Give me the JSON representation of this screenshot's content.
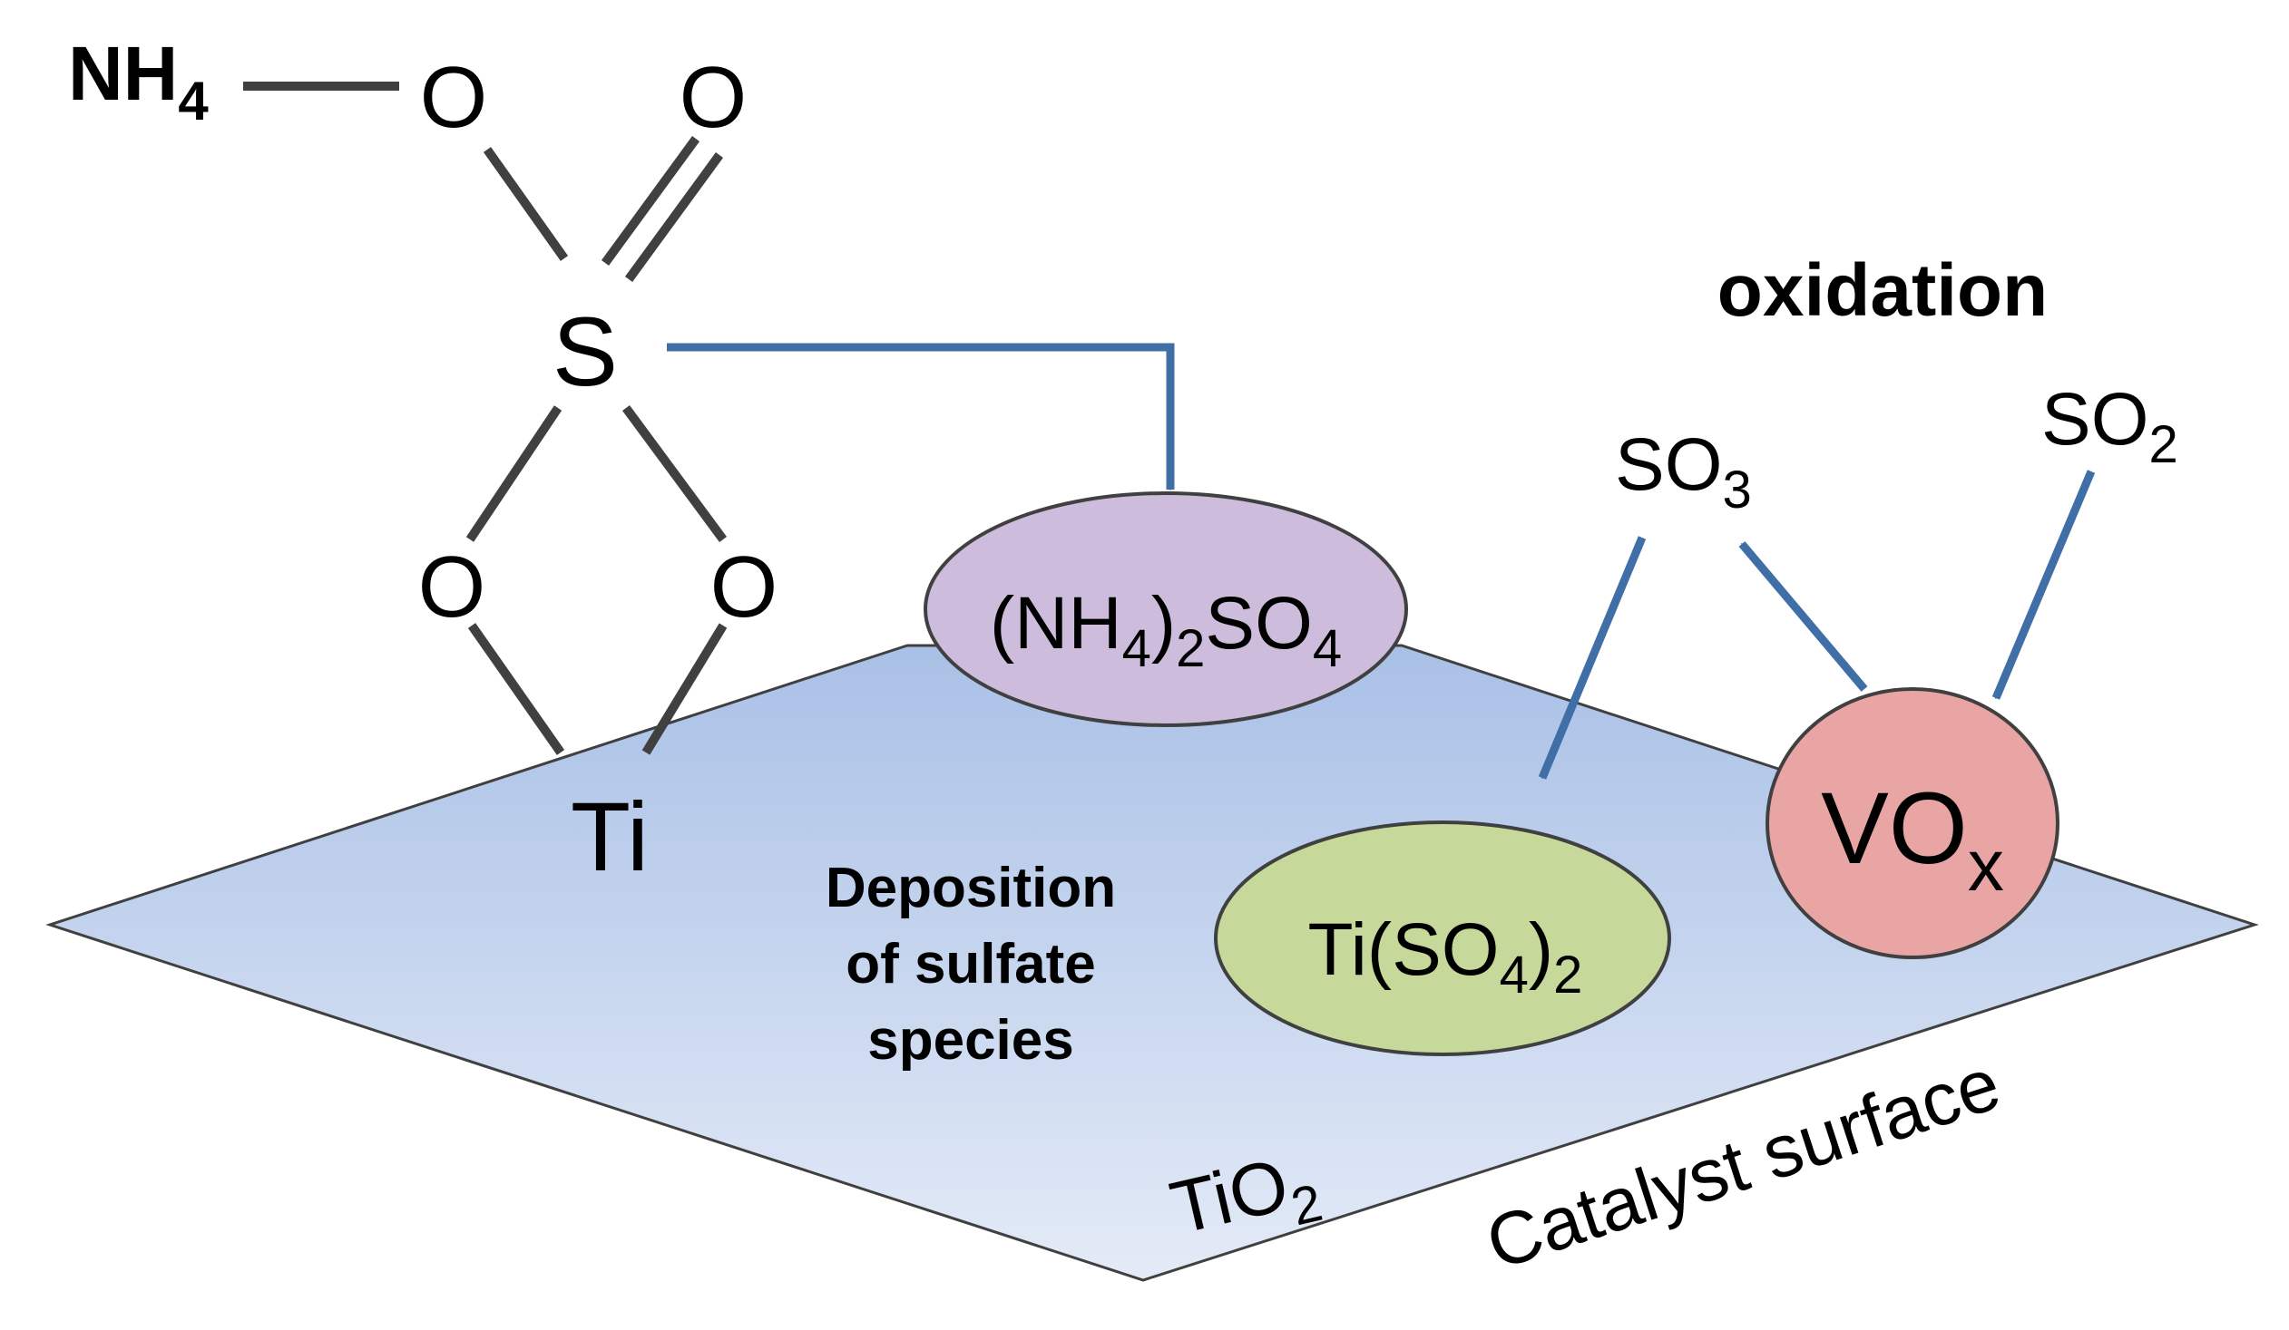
{
  "molecule": {
    "nh4": {
      "main": "NH",
      "sub": "4"
    },
    "o_top_left": "O",
    "o_top_right": "O",
    "sulfur": "S",
    "o_bottom_left": "O",
    "o_bottom_right": "O",
    "ti": "Ti"
  },
  "species": {
    "ammonium_sulfate": {
      "p1": "(NH",
      "s1": "4",
      "p2": ")",
      "s2": "2",
      "p3": "SO",
      "s3": "4"
    },
    "titanium_sulfate": {
      "p1": "Ti(SO",
      "s1": "4",
      "p2": ")",
      "s2": "2"
    },
    "vanadium_oxide": {
      "main": "VO",
      "sub": "x"
    },
    "so3": {
      "main": "SO",
      "sub": "3"
    },
    "so2": {
      "main": "SO",
      "sub": "2"
    }
  },
  "labels": {
    "oxidation": "oxidation",
    "deposition": [
      "Deposition",
      "of sulfate",
      "species"
    ],
    "support": {
      "main": "TiO",
      "sub": "2"
    },
    "catalyst_surface": "Catalyst surface"
  },
  "colors": {
    "plane_top": "#a9c0e6",
    "plane_bottom": "#e4ebf7",
    "ammonium_sulfate_fill": "#cdbcdb",
    "titanium_sulfate_fill": "#c6d99a",
    "vox_fill": "#e8a5a4",
    "arrow": "#3f6fa6",
    "nh4_text": "#c00000",
    "bond": "#404040"
  }
}
